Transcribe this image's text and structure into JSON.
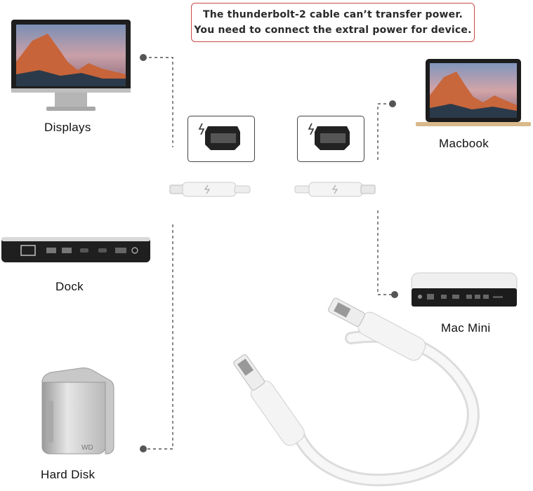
{
  "notice": {
    "line1": "The thunderbolt-2 cable can’t transfer power.",
    "line2": "You need to connect the extral power for device."
  },
  "devices": {
    "displays": "Displays",
    "dock": "Dock",
    "hard_disk": "Hard Disk",
    "macbook": "Macbook",
    "mac_mini": "Mac Mini"
  },
  "colors": {
    "notice_border": "#c94a44",
    "connector_line": "#555555",
    "cable": "#f2f2f2"
  }
}
